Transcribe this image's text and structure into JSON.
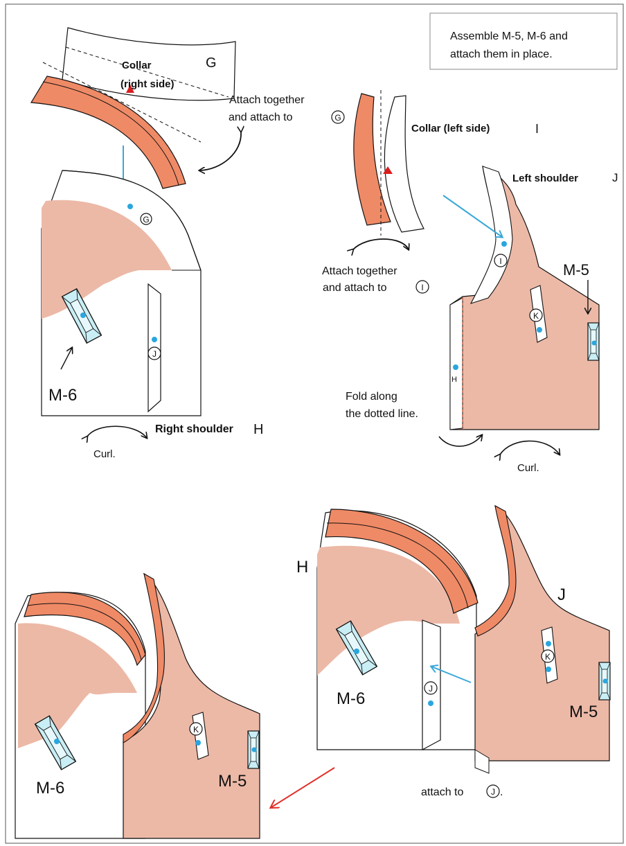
{
  "colors": {
    "skin": "#ecb9a7",
    "collar": "#ef8a66",
    "crystal": "#c9eef5",
    "arrow_blue": "#3aa8d8",
    "dot_blue": "#2aa6df",
    "marker_red": "#d81e1e",
    "arrow_red": "#e0312b",
    "fold_line": "#b5523a"
  },
  "icons": {
    "crystal": "crystal-icon",
    "curl": "curl-arrow-icon"
  },
  "instruction": {
    "line1": "Assemble M-5, M-6 and",
    "line2": "attach them in place."
  },
  "step1": {
    "collar_title": "Collar",
    "collar_sub": "(right side)",
    "collar_letter": "G",
    "attach_line1": "Attach together",
    "attach_line2": "and attach to",
    "attach_mark": "G",
    "mark_g": "G",
    "mark_j": "J",
    "part_label": "M-6",
    "shoulder_label": "Right shoulder",
    "shoulder_letter": "H",
    "curl_label": "Curl."
  },
  "step2": {
    "collar_label": "Collar (left side)",
    "collar_letter": "I",
    "shoulder_label": "Left shoulder",
    "shoulder_letter": "J",
    "attach_line1": "Attach together",
    "attach_line2": "and attach to",
    "attach_mark": "I",
    "mark_i": "I",
    "mark_k": "K",
    "part_label": "M-5",
    "small_h": "H",
    "fold_line1": "Fold along",
    "fold_line2": "the dotted line.",
    "curl_label": "Curl."
  },
  "step3": {
    "label_h": "H",
    "label_j": "J",
    "mark_j": "J",
    "mark_k": "K",
    "part_m6": "M-6",
    "part_m5": "M-5",
    "attach_label": "attach to",
    "attach_mark": "J"
  },
  "step4": {
    "mark_k": "K",
    "part_m6": "M-6",
    "part_m5": "M-5"
  }
}
